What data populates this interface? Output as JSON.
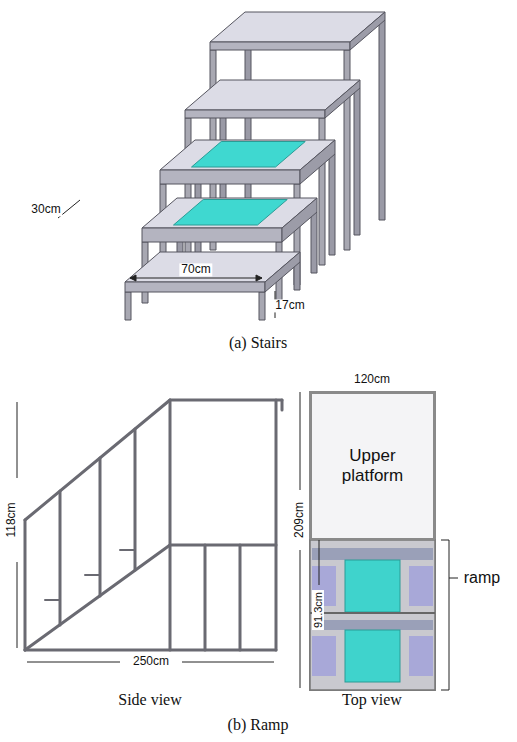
{
  "diagram": {
    "nodes": [
      {
        "text": [
          "Upper platform"
        ]
      }
    ],
    "labels": [
      "30cm",
      "70cm",
      "17cm",
      "(a) Stairs",
      "118cm",
      "250cm",
      "Side view",
      "120cm",
      "209cm",
      "91.3cm",
      "ramp",
      "Top view",
      "(b) Ramp"
    ]
  }
}
